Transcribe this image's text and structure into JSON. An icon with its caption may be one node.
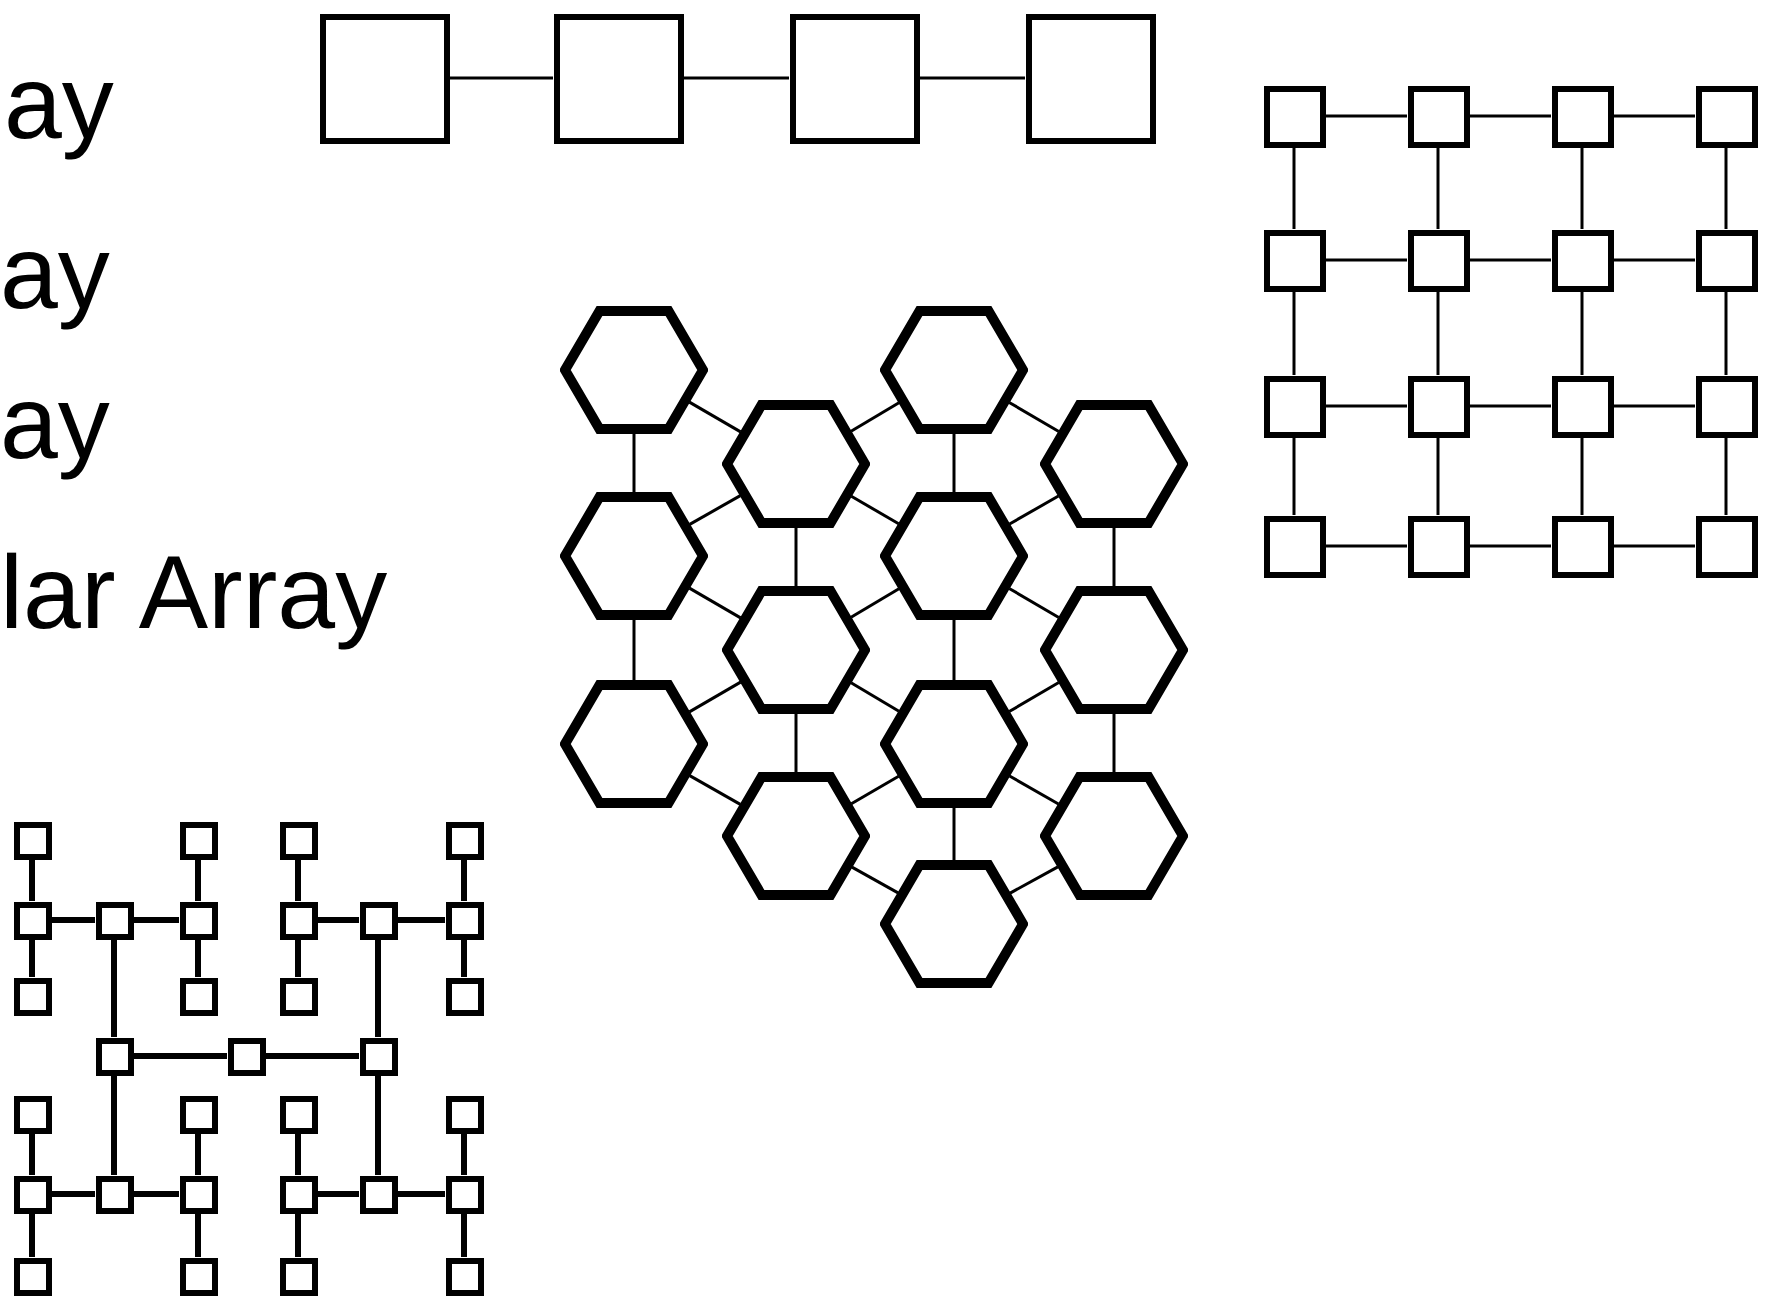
{
  "diagram": {
    "nodes": [
      {
        "text": [],
        "shape": "box"
      },
      {
        "text": [],
        "shape": "box"
      },
      {
        "text": [],
        "shape": "box"
      },
      {
        "text": [],
        "shape": "box"
      },
      {
        "text": [],
        "shape": "box"
      },
      {
        "text": [],
        "shape": "box"
      },
      {
        "text": [],
        "shape": "box"
      },
      {
        "text": [],
        "shape": "box"
      },
      {
        "text": [],
        "shape": "box"
      },
      {
        "text": [],
        "shape": "box"
      },
      {
        "text": [],
        "shape": "box"
      },
      {
        "text": [],
        "shape": "box"
      },
      {
        "text": [],
        "shape": "box"
      },
      {
        "text": [],
        "shape": "box"
      },
      {
        "text": [],
        "shape": "box"
      },
      {
        "text": [],
        "shape": "box"
      },
      {
        "text": [],
        "shape": "box"
      },
      {
        "text": [],
        "shape": "box"
      },
      {
        "text": [],
        "shape": "box"
      },
      {
        "text": [],
        "shape": "box"
      },
      {
        "text": [],
        "shape": "hexagon"
      },
      {
        "text": [],
        "shape": "hexagon"
      },
      {
        "text": [],
        "shape": "hexagon"
      },
      {
        "text": [],
        "shape": "hexagon"
      },
      {
        "text": [],
        "shape": "hexagon"
      },
      {
        "text": [],
        "shape": "hexagon"
      },
      {
        "text": [],
        "shape": "hexagon"
      },
      {
        "text": [],
        "shape": "hexagon"
      },
      {
        "text": [],
        "shape": "hexagon"
      },
      {
        "text": [],
        "shape": "hexagon"
      },
      {
        "text": [],
        "shape": "hexagon"
      },
      {
        "text": [],
        "shape": "hexagon"
      },
      {
        "text": [],
        "shape": "hexagon"
      },
      {
        "text": [],
        "shape": "box"
      },
      {
        "text": [],
        "shape": "box"
      },
      {
        "text": [],
        "shape": "box"
      },
      {
        "text": [],
        "shape": "box"
      },
      {
        "text": [],
        "shape": "box"
      },
      {
        "text": [],
        "shape": "box"
      },
      {
        "text": [],
        "shape": "box"
      },
      {
        "text": [],
        "shape": "box"
      },
      {
        "text": [],
        "shape": "box"
      },
      {
        "text": [],
        "shape": "box"
      },
      {
        "text": [],
        "shape": "box"
      },
      {
        "text": [],
        "shape": "box"
      },
      {
        "text": [],
        "shape": "box"
      },
      {
        "text": [],
        "shape": "box"
      },
      {
        "text": [],
        "shape": "box"
      },
      {
        "text": [],
        "shape": "box"
      },
      {
        "text": [],
        "shape": "box"
      },
      {
        "text": [],
        "shape": "box"
      },
      {
        "text": [],
        "shape": "box"
      },
      {
        "text": [],
        "shape": "box"
      },
      {
        "text": [],
        "shape": "box"
      },
      {
        "text": [],
        "shape": "box"
      },
      {
        "text": [],
        "shape": "box"
      },
      {
        "text": [],
        "shape": "box"
      },
      {
        "text": [],
        "shape": "box"
      },
      {
        "text": [],
        "shape": "box"
      },
      {
        "text": [],
        "shape": "box"
      },
      {
        "text": [],
        "shape": "box"
      },
      {
        "text": [],
        "shape": "box"
      },
      {
        "text": [],
        "shape": "box"
      },
      {
        "text": [],
        "shape": "box"
      }
    ],
    "edges": [
      {
        "from": 0,
        "to": 1,
        "arrow": "none"
      },
      {
        "from": 1,
        "to": 2,
        "arrow": "none"
      },
      {
        "from": 2,
        "to": 3,
        "arrow": "none"
      },
      {
        "from": 4,
        "to": 5,
        "arrow": "none"
      },
      {
        "from": 5,
        "to": 6,
        "arrow": "none"
      },
      {
        "from": 6,
        "to": 7,
        "arrow": "none"
      },
      {
        "from": 8,
        "to": 9,
        "arrow": "none"
      },
      {
        "from": 9,
        "to": 10,
        "arrow": "none"
      },
      {
        "from": 10,
        "to": 11,
        "arrow": "none"
      },
      {
        "from": 12,
        "to": 13,
        "arrow": "none"
      },
      {
        "from": 13,
        "to": 14,
        "arrow": "none"
      },
      {
        "from": 14,
        "to": 15,
        "arrow": "none"
      },
      {
        "from": 16,
        "to": 17,
        "arrow": "none"
      },
      {
        "from": 17,
        "to": 18,
        "arrow": "none"
      },
      {
        "from": 18,
        "to": 19,
        "arrow": "none"
      },
      {
        "from": 4,
        "to": 8,
        "arrow": "none"
      },
      {
        "from": 8,
        "to": 12,
        "arrow": "none"
      },
      {
        "from": 12,
        "to": 16,
        "arrow": "none"
      },
      {
        "from": 5,
        "to": 9,
        "arrow": "none"
      },
      {
        "from": 9,
        "to": 13,
        "arrow": "none"
      },
      {
        "from": 13,
        "to": 17,
        "arrow": "none"
      },
      {
        "from": 6,
        "to": 10,
        "arrow": "none"
      },
      {
        "from": 10,
        "to": 14,
        "arrow": "none"
      },
      {
        "from": 14,
        "to": 18,
        "arrow": "none"
      },
      {
        "from": 7,
        "to": 11,
        "arrow": "none"
      },
      {
        "from": 11,
        "to": 15,
        "arrow": "none"
      },
      {
        "from": 15,
        "to": 19,
        "arrow": "none"
      },
      {
        "from": 20,
        "to": 21,
        "arrow": "none"
      },
      {
        "from": 21,
        "to": 22,
        "arrow": "none"
      },
      {
        "from": 23,
        "to": 24,
        "arrow": "none"
      },
      {
        "from": 24,
        "to": 25,
        "arrow": "none"
      },
      {
        "from": 26,
        "to": 27,
        "arrow": "none"
      },
      {
        "from": 27,
        "to": 28,
        "arrow": "none"
      },
      {
        "from": 28,
        "to": 29,
        "arrow": "none"
      },
      {
        "from": 30,
        "to": 31,
        "arrow": "none"
      },
      {
        "from": 31,
        "to": 32,
        "arrow": "none"
      },
      {
        "from": 20,
        "to": 23,
        "arrow": "none"
      },
      {
        "from": 21,
        "to": 23,
        "arrow": "none"
      },
      {
        "from": 21,
        "to": 24,
        "arrow": "none"
      },
      {
        "from": 22,
        "to": 24,
        "arrow": "none"
      },
      {
        "from": 22,
        "to": 25,
        "arrow": "none"
      },
      {
        "from": 23,
        "to": 26,
        "arrow": "none"
      },
      {
        "from": 23,
        "to": 27,
        "arrow": "none"
      },
      {
        "from": 24,
        "to": 27,
        "arrow": "none"
      },
      {
        "from": 24,
        "to": 28,
        "arrow": "none"
      },
      {
        "from": 25,
        "to": 28,
        "arrow": "none"
      },
      {
        "from": 25,
        "to": 29,
        "arrow": "none"
      },
      {
        "from": 26,
        "to": 30,
        "arrow": "none"
      },
      {
        "from": 27,
        "to": 30,
        "arrow": "none"
      },
      {
        "from": 27,
        "to": 31,
        "arrow": "none"
      },
      {
        "from": 28,
        "to": 31,
        "arrow": "none"
      },
      {
        "from": 28,
        "to": 32,
        "arrow": "none"
      },
      {
        "from": 29,
        "to": 32,
        "arrow": "none"
      },
      {
        "from": 33,
        "to": 37,
        "arrow": "none",
        "style": "thick"
      },
      {
        "from": 37,
        "to": 43,
        "arrow": "none",
        "style": "thick"
      },
      {
        "from": 34,
        "to": 39,
        "arrow": "none",
        "style": "thick"
      },
      {
        "from": 39,
        "to": 44,
        "arrow": "none",
        "style": "thick"
      },
      {
        "from": 37,
        "to": 38,
        "arrow": "none",
        "style": "thick"
      },
      {
        "from": 38,
        "to": 39,
        "arrow": "none",
        "style": "thick"
      },
      {
        "from": 35,
        "to": 40,
        "arrow": "none",
        "style": "thick"
      },
      {
        "from": 40,
        "to": 45,
        "arrow": "none",
        "style": "thick"
      },
      {
        "from": 36,
        "to": 42,
        "arrow": "none",
        "style": "thick"
      },
      {
        "from": 42,
        "to": 46,
        "arrow": "none",
        "style": "thick"
      },
      {
        "from": 40,
        "to": 41,
        "arrow": "none",
        "style": "thick"
      },
      {
        "from": 41,
        "to": 42,
        "arrow": "none",
        "style": "thick"
      },
      {
        "from": 50,
        "to": 54,
        "arrow": "none",
        "style": "thick"
      },
      {
        "from": 54,
        "to": 60,
        "arrow": "none",
        "style": "thick"
      },
      {
        "from": 51,
        "to": 56,
        "arrow": "none",
        "style": "thick"
      },
      {
        "from": 56,
        "to": 61,
        "arrow": "none",
        "style": "thick"
      },
      {
        "from": 54,
        "to": 55,
        "arrow": "none",
        "style": "thick"
      },
      {
        "from": 55,
        "to": 56,
        "arrow": "none",
        "style": "thick"
      },
      {
        "from": 52,
        "to": 57,
        "arrow": "none",
        "style": "thick"
      },
      {
        "from": 57,
        "to": 62,
        "arrow": "none",
        "style": "thick"
      },
      {
        "from": 53,
        "to": 59,
        "arrow": "none",
        "style": "thick"
      },
      {
        "from": 59,
        "to": 63,
        "arrow": "none",
        "style": "thick"
      },
      {
        "from": 57,
        "to": 58,
        "arrow": "none",
        "style": "thick"
      },
      {
        "from": 58,
        "to": 59,
        "arrow": "none",
        "style": "thick"
      },
      {
        "from": 38,
        "to": 47,
        "arrow": "none",
        "style": "thick"
      },
      {
        "from": 47,
        "to": 55,
        "arrow": "none",
        "style": "thick"
      },
      {
        "from": 41,
        "to": 49,
        "arrow": "none",
        "style": "thick"
      },
      {
        "from": 49,
        "to": 58,
        "arrow": "none",
        "style": "thick"
      },
      {
        "from": 47,
        "to": 48,
        "arrow": "none",
        "style": "thick"
      },
      {
        "from": 48,
        "to": 49,
        "arrow": "none",
        "style": "thick"
      }
    ],
    "labels": [
      "ay",
      "ay",
      "ay",
      "lar Array"
    ]
  }
}
